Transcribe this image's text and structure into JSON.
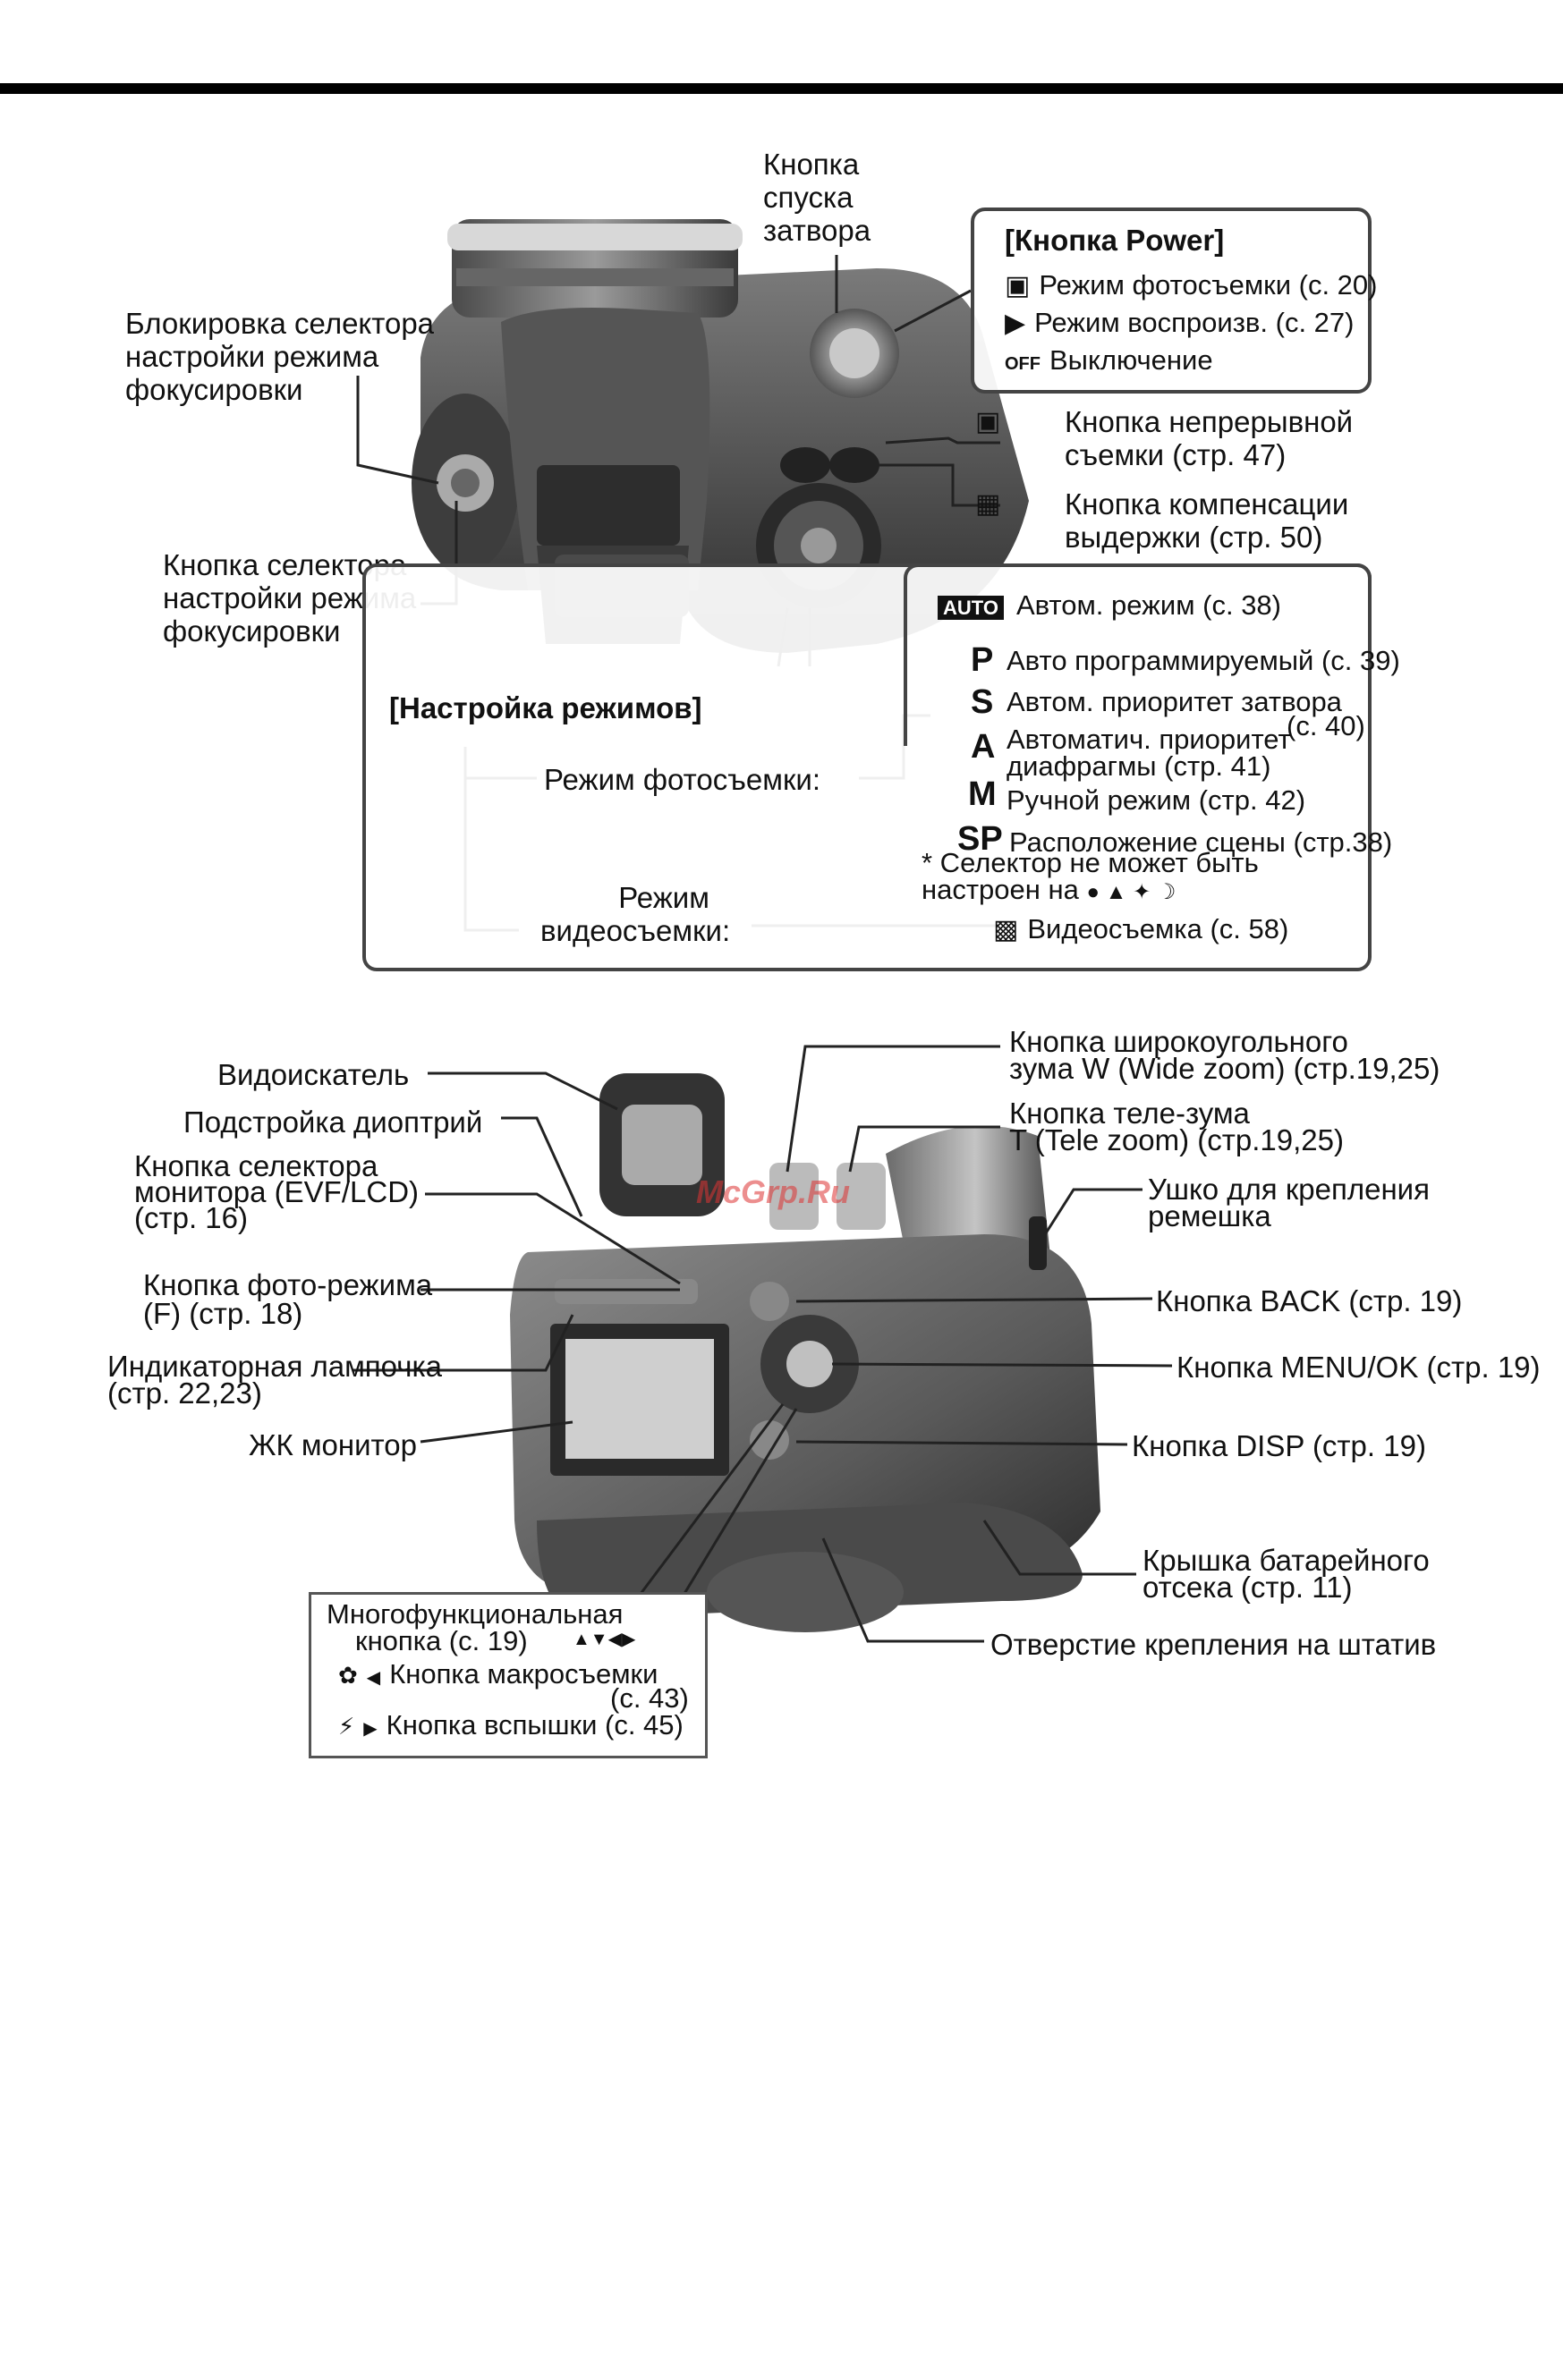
{
  "top": {
    "shutter": [
      "Кнопка",
      "спуска",
      "затвора"
    ],
    "focus_lock": [
      "Блокировка селектора",
      "настройки режима",
      "фокусировки"
    ],
    "focus_button": [
      "Кнопка селектора",
      "настройки режима",
      "фокусировки"
    ],
    "power_box": {
      "title": "[Кнопка Power]",
      "items": [
        {
          "icon": "camera-icon",
          "label": "Режим фотосъемки (с. 20)"
        },
        {
          "icon": "play-icon",
          "label": "Режим воспроизв. (с. 27)"
        },
        {
          "icon": "off-icon",
          "glyph": "OFF",
          "label": "Выключение"
        }
      ]
    },
    "continuous": [
      "Кнопка непрерывной",
      "съемки (стр. 47)"
    ],
    "exposure": [
      "Кнопка компенсации",
      "выдержки (стр. 50)"
    ],
    "modes_box": {
      "title": "[Настройка режимов]",
      "photo_mode": "Режим фотосъемки:",
      "video_mode": [
        "Режим",
        "видеосъемки:"
      ],
      "auto_glyph": "AUTO",
      "auto": "Автом. режим (с. 38)",
      "p_glyph": "P",
      "p": "Авто программируемый (с. 39)",
      "s_glyph": "S",
      "s": "Автом. приоритет затвора",
      "s_page": "(с. 40)",
      "a_glyph": "A",
      "a": [
        "Автоматич. приоритет",
        "диафрагмы (стр. 41)"
      ],
      "m_glyph": "M",
      "m": "Ручной режим (стр. 42)",
      "sp_glyph": "SP",
      "sp": "Расположение сцены (стр.38)",
      "note": [
        "* Селектор не может быть",
        "настроен на"
      ],
      "video": "Видеосъемка (с. 58)"
    }
  },
  "back": {
    "viewfinder": "Видоискатель",
    "diopter": "Подстройка диоптрий",
    "evf": [
      "Кнопка селектора",
      "монитора (EVF/LCD)",
      "(стр. 16)"
    ],
    "photo_mode": [
      "Кнопка фото-режима",
      "(F) (стр. 18)"
    ],
    "indicator": [
      "Индикаторная лампочка",
      "(стр. 22,23)"
    ],
    "lcd": "ЖК монитор",
    "wide": [
      "Кнопка широкоугольного",
      "зума W (Wide zoom) (стр.19,25)"
    ],
    "tele": [
      "Кнопка теле-зума",
      "T (Tele zoom) (стр.19,25)"
    ],
    "strap": [
      "Ушко для крепления",
      "ремешка"
    ],
    "back_btn": "Кнопка BACK (стр. 19)",
    "menu_ok": "Кнопка MENU/OK (стр. 19)",
    "disp": "Кнопка DISP (стр. 19)",
    "battery": [
      "Крышка батарейного",
      "отсека (стр. 11)"
    ],
    "tripod": "Отверстие крепления на штатив",
    "multi_box": {
      "title": [
        "Многофункциональная",
        "кнопка (с. 19)"
      ],
      "arrows": "▲▼◀▶",
      "macro": "Кнопка макросъемки",
      "macro_page": "(с. 43)",
      "flash": "Кнопка вспышки (с. 45)"
    }
  },
  "watermark": "McGrp.Ru"
}
